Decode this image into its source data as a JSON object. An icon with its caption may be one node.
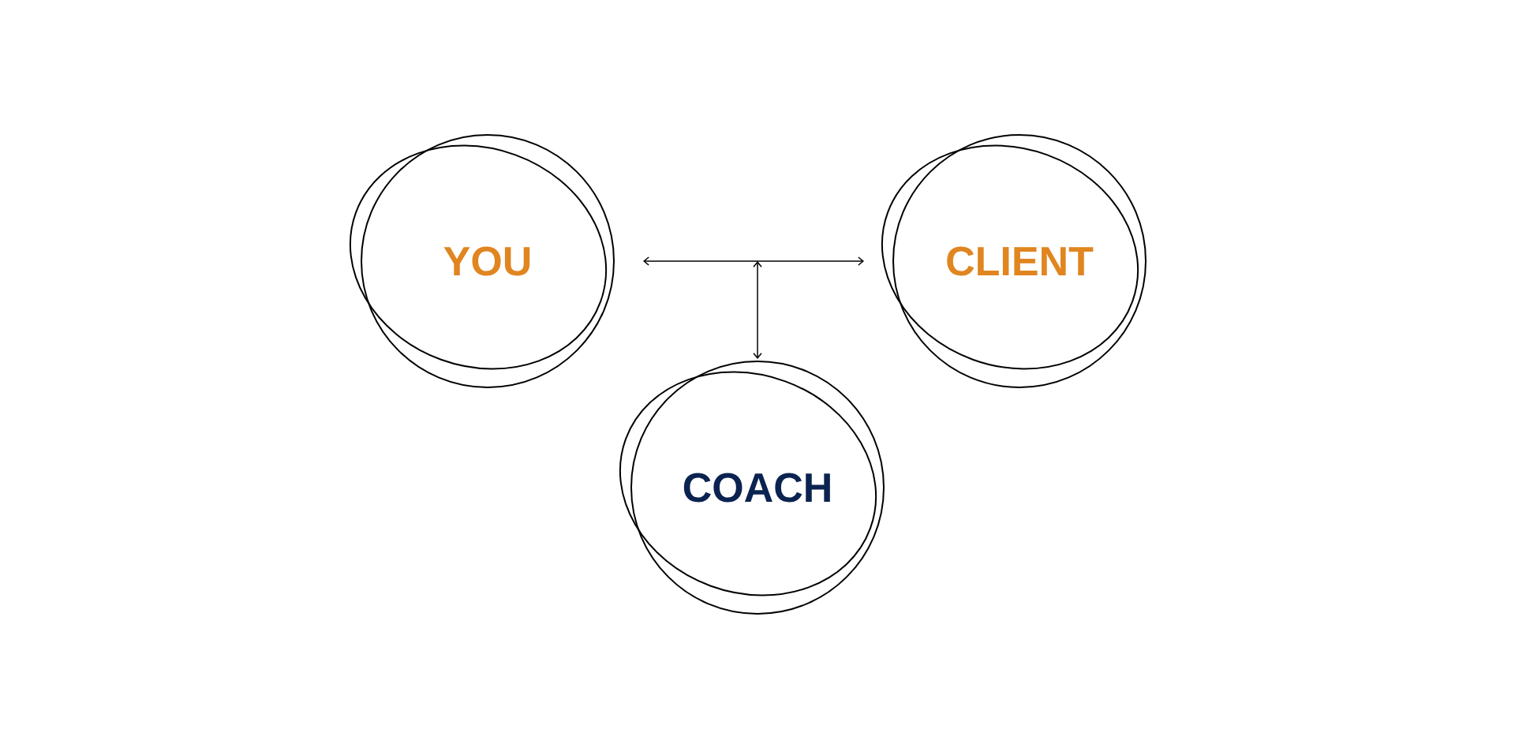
{
  "diagram": {
    "nodes": [
      {
        "text": [
          "YOU"
        ]
      },
      {
        "text": [
          "CLIENT"
        ]
      },
      {
        "text": [
          "COACH"
        ]
      }
    ],
    "edges": [
      {
        "from": 0,
        "to": 1,
        "arrow": "both"
      },
      {
        "from": null,
        "to": 2,
        "arrow": "both"
      }
    ]
  }
}
